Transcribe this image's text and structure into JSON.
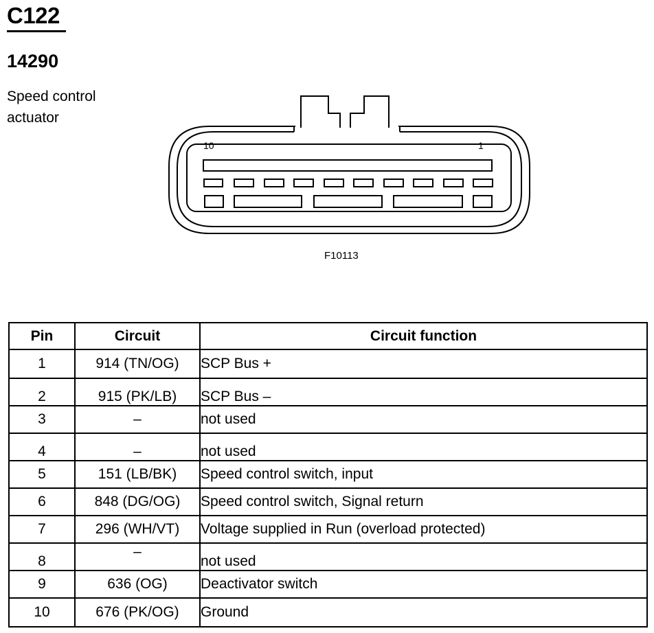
{
  "connector_id": "C122",
  "part_number": "14290",
  "description_lines": [
    "Speed control",
    "actuator"
  ],
  "diagram": {
    "pin_left_label": "10",
    "pin_right_label": "1",
    "figure_id": "F10113"
  },
  "table": {
    "headers": {
      "pin": "Pin",
      "circuit": "Circuit",
      "function": "Circuit function"
    },
    "rows": [
      {
        "pin": "1",
        "circuit": "914 (TN/OG)",
        "function": "SCP Bus +"
      },
      {
        "pin": "2",
        "circuit": "915 (PK/LB)",
        "function": "SCP Bus –"
      },
      {
        "pin": "3",
        "circuit": "–",
        "function": "not used"
      },
      {
        "pin": "4",
        "circuit": "–",
        "function": "not used"
      },
      {
        "pin": "5",
        "circuit": "151 (LB/BK)",
        "function": "Speed control switch, input"
      },
      {
        "pin": "6",
        "circuit": "848 (DG/OG)",
        "function": "Speed control switch, Signal return"
      },
      {
        "pin": "7",
        "circuit": "296 (WH/VT)",
        "function": "Voltage supplied in Run (overload protected)"
      },
      {
        "pin": "8",
        "circuit": "–",
        "function": "not used"
      },
      {
        "pin": "9",
        "circuit": "636 (OG)",
        "function": "Deactivator switch"
      },
      {
        "pin": "10",
        "circuit": "676 (PK/OG)",
        "function": "Ground"
      }
    ]
  }
}
